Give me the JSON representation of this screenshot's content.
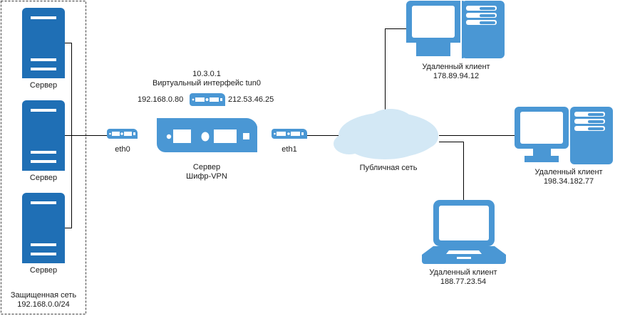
{
  "colors": {
    "server_blue": "#1f6fb5",
    "device_blue": "#4a97d4",
    "cloud": "#d3e8f5",
    "line": "#000000"
  },
  "protected_network": {
    "label_line1": "Защищенная сеть",
    "label_line2": "192.168.0.0/24",
    "servers": [
      {
        "label": "Сервер",
        "icon": "server-tower-icon"
      },
      {
        "label": "Сервер",
        "icon": "server-tower-icon"
      },
      {
        "label": "Сервер",
        "icon": "server-tower-icon"
      }
    ]
  },
  "eth0": {
    "label": "eth0",
    "icon": "network-interface-icon"
  },
  "eth1": {
    "label": "eth1",
    "icon": "network-interface-icon"
  },
  "tun0": {
    "ip": "10.3.0.1",
    "label": "Виртуальный интерфейс tun0",
    "left_ip": "192.168.0.80",
    "right_ip": "212.53.46.25",
    "icon": "network-interface-icon"
  },
  "vpn_server": {
    "label_line1": "Сервер",
    "label_line2": "Шифр-VPN",
    "icon": "network-appliance-icon"
  },
  "public_network": {
    "label": "Публичная сеть",
    "icon": "cloud-icon"
  },
  "clients": [
    {
      "label": "Удаленный клиент",
      "ip": "178.89.94.12",
      "icon": "desktop-computer-icon"
    },
    {
      "label": "Удаленный клиент",
      "ip": "198.34.182.77",
      "icon": "desktop-computer-icon"
    },
    {
      "label": "Удаленный клиент",
      "ip": "188.77.23.54",
      "icon": "laptop-icon"
    }
  ]
}
